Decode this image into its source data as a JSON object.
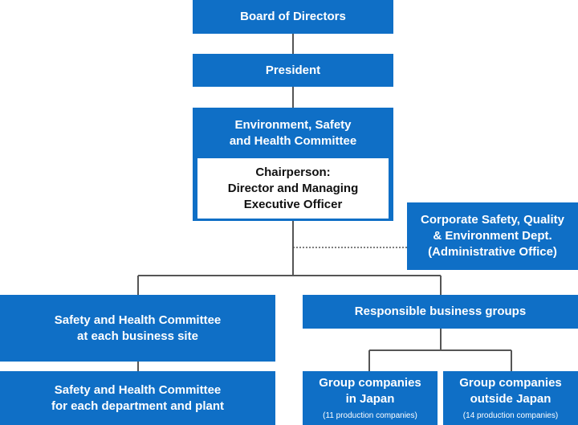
{
  "nodes": {
    "board": "Board of Directors",
    "president": "President",
    "committee": "Environment, Safety\nand Health Committee",
    "chairperson": "Chairperson:\nDirector and Managing\nExecutive Officer",
    "corporate_dept": "Corporate Safety, Quality\n& Environment Dept.\n(Administrative Office)",
    "site_committee": "Safety and Health Committee\nat each business site",
    "dept_committee": "Safety and Health Committee\nfor each department and plant",
    "business_groups": "Responsible business groups",
    "japan_companies": "Group companies\nin Japan",
    "japan_companies_note": "(11 production companies)",
    "overseas_companies": "Group companies\noutside Japan",
    "overseas_companies_note": "(14 production companies)"
  },
  "colors": {
    "box_fill": "#0f6fc6",
    "connector": "#555555"
  }
}
